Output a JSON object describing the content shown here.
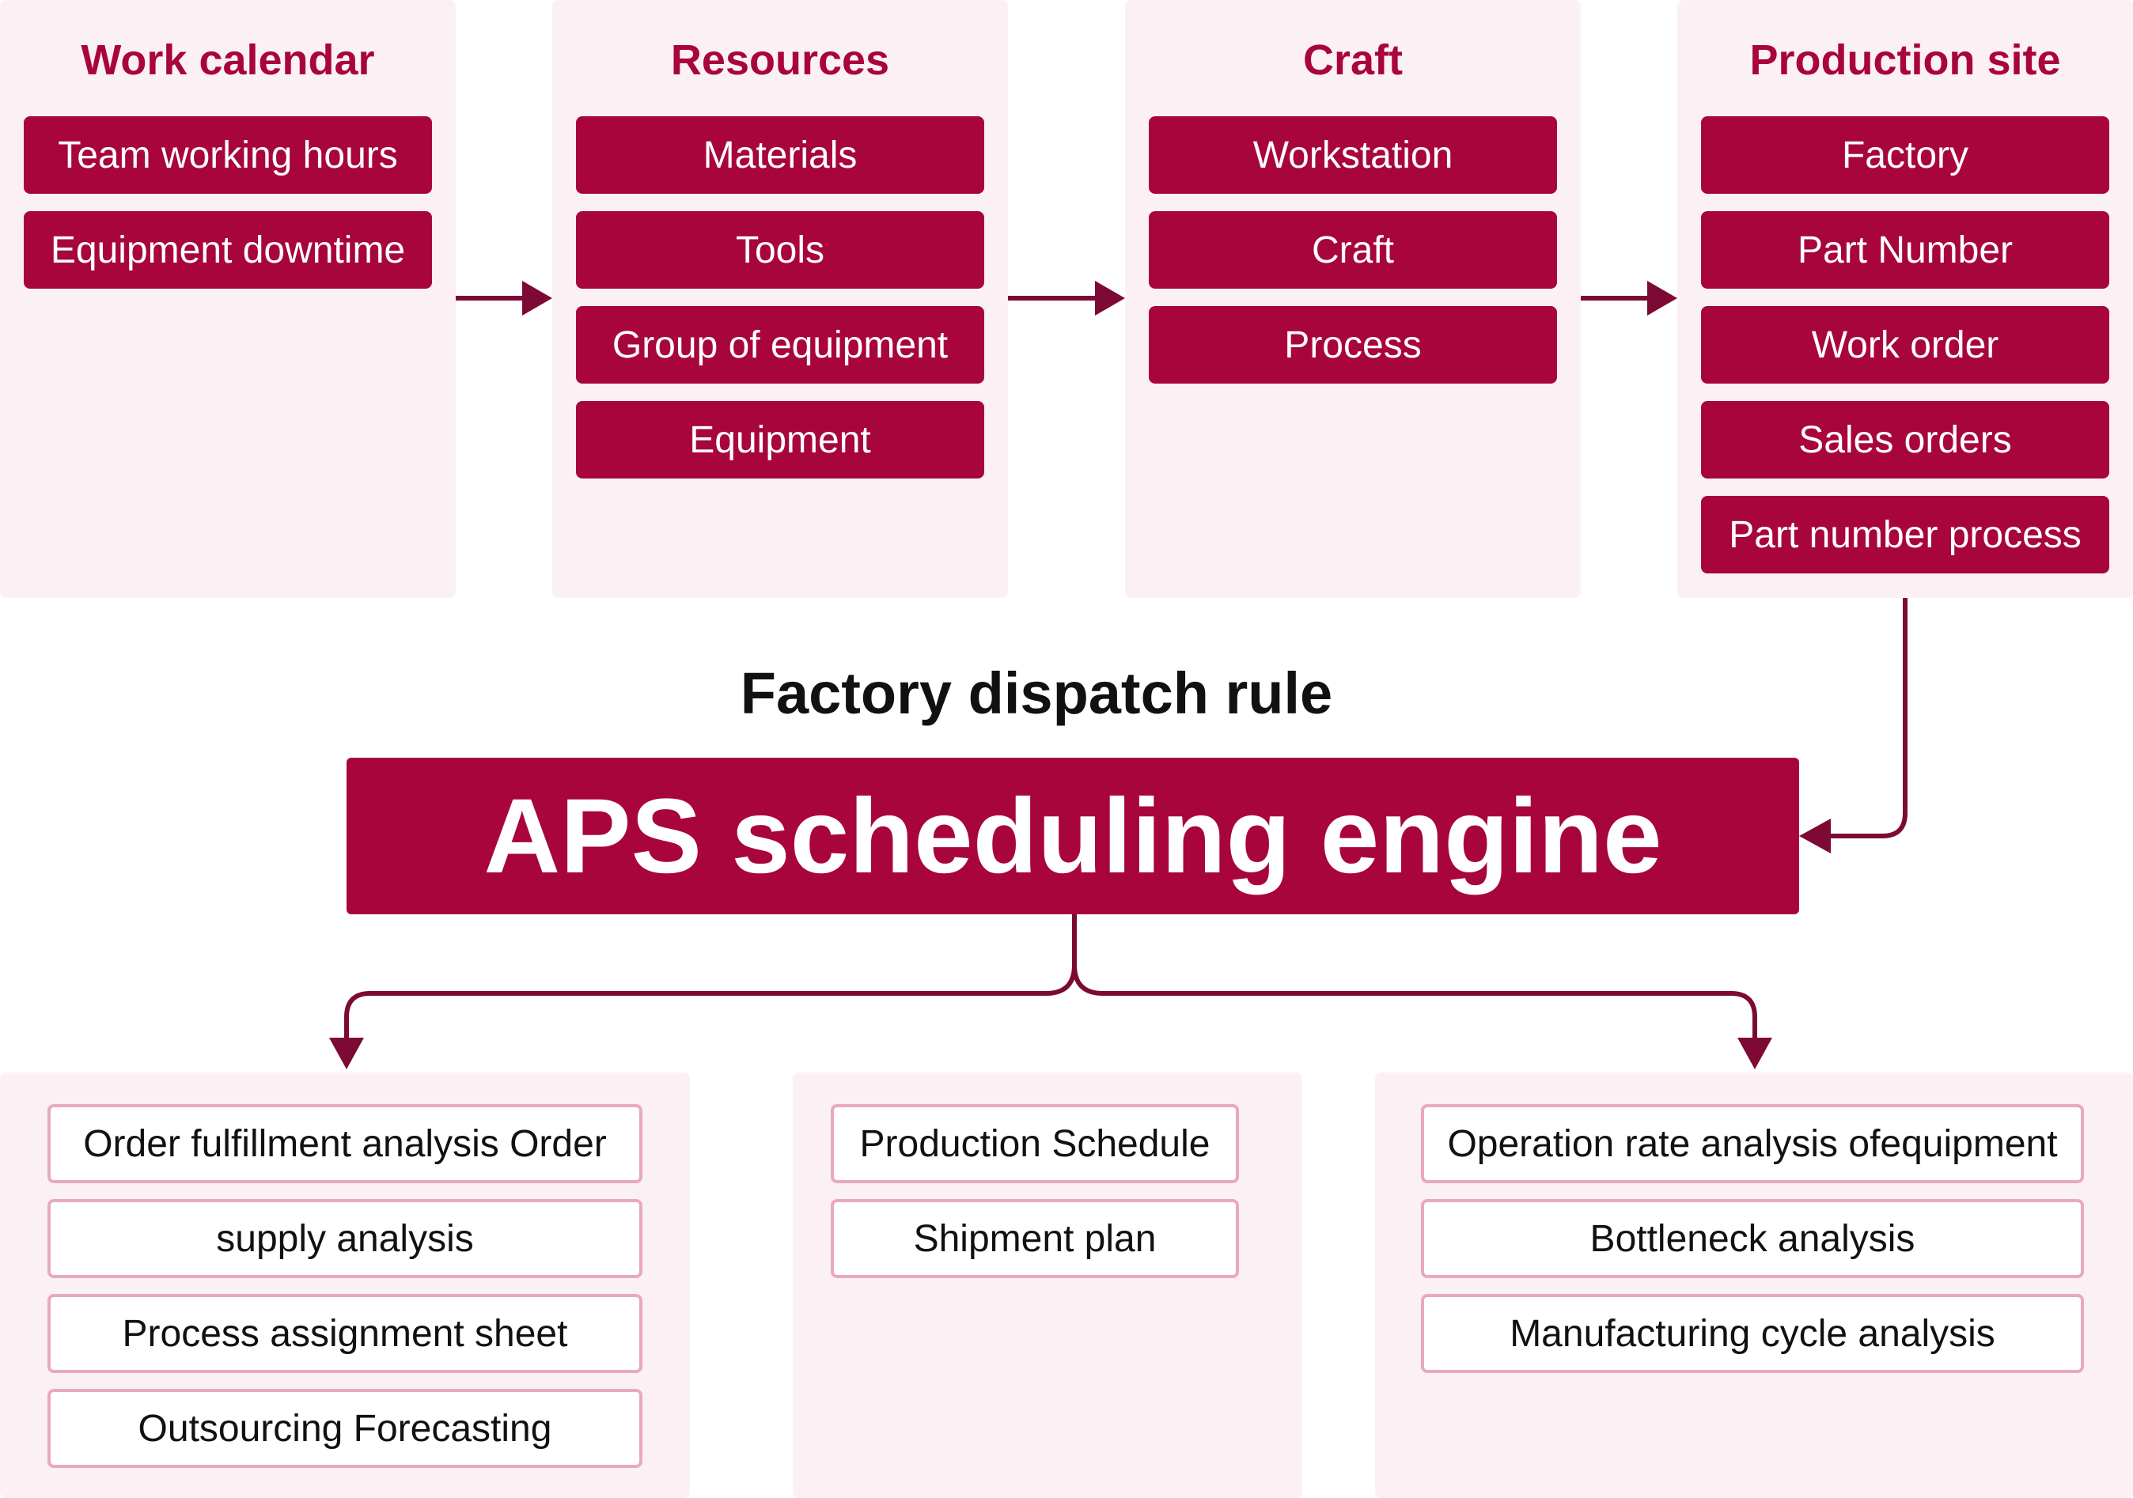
{
  "colors": {
    "accent": "#a8053c",
    "panel_bg": "#fbf0f3",
    "output_border": "#e9a9bc",
    "connector": "#7c0a34"
  },
  "inputs": [
    {
      "title": "Work calendar",
      "items": [
        "Team working hours",
        "Equipment downtime"
      ]
    },
    {
      "title": "Resources",
      "items": [
        "Materials",
        "Tools",
        "Group of equipment",
        "Equipment"
      ]
    },
    {
      "title": "Craft",
      "items": [
        "Workstation",
        "Craft",
        "Process"
      ]
    },
    {
      "title": "Production site",
      "items": [
        "Factory",
        "Part Number",
        "Work order",
        "Sales orders",
        "Part number process"
      ]
    }
  ],
  "dispatch_rule": "Factory dispatch rule",
  "engine": "APS scheduling engine",
  "outputs": [
    {
      "items": [
        "Order fulfillment analysis Order",
        "supply analysis",
        "Process assignment sheet",
        "Outsourcing Forecasting"
      ]
    },
    {
      "items": [
        "Production Schedule",
        "Shipment plan"
      ]
    },
    {
      "items": [
        "Operation rate analysis ofequipment",
        "Bottleneck analysis",
        "Manufacturing cycle analysis"
      ]
    }
  ]
}
